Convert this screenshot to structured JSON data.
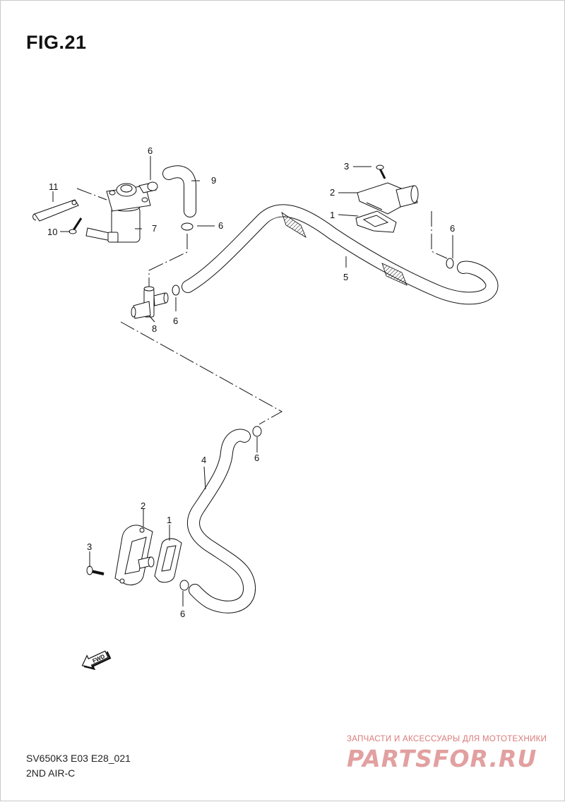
{
  "figure": {
    "title": "FIG.21",
    "code_line_1": "SV650K3 E03 E28_021",
    "code_line_2": "2ND AIR-C"
  },
  "callouts": [
    "6",
    "9",
    "11",
    "7",
    "10",
    "6",
    "3",
    "2",
    "1",
    "6",
    "5",
    "8",
    "6",
    "6",
    "4",
    "2",
    "1",
    "3",
    "6"
  ],
  "fwd_label": "FWD",
  "watermark": {
    "caption": "ЗАПЧАСТИ И АКСЕССУАРЫ ДЛЯ МОТОТЕХНИКИ",
    "logo": "PARTSFOR.RU"
  }
}
